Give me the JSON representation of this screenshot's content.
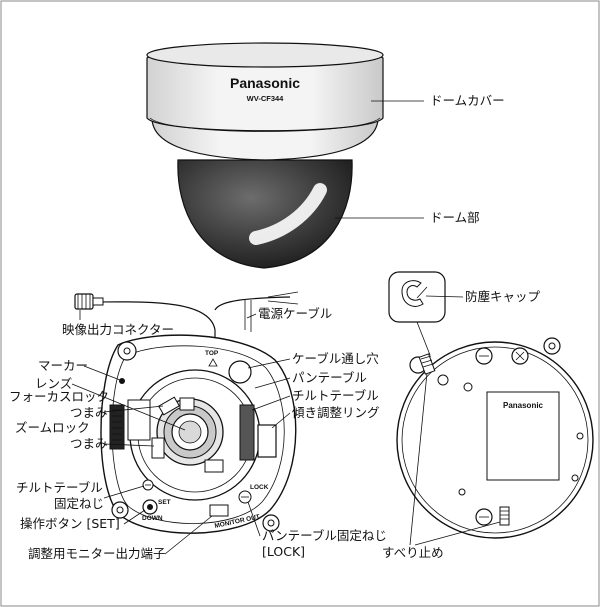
{
  "camera": {
    "brand": "Panasonic",
    "model": "WV-CF344"
  },
  "engravings": {
    "top": "TOP",
    "set": "SET",
    "down": "DOWN",
    "lock": "LOCK",
    "monitor_out": "MONITOR OUT"
  },
  "labels": {
    "dome_cover": "ドームカバー",
    "dome_part": "ドーム部",
    "video_connector": "映像出力コネクター",
    "power_cable": "電源ケーブル",
    "marker": "マーカー",
    "cable_hole": "ケーブル通し穴",
    "lens": "レンズ",
    "pan_table": "パンテーブル",
    "focus_lock_1": "フォーカスロック",
    "focus_lock_2": "つまみ",
    "tilt_table": "チルトテーブル",
    "incline_ring": "傾き調整リング",
    "zoom_lock_1": "ズームロック",
    "zoom_lock_2": "つまみ",
    "tilt_fix_1": "チルトテーブル",
    "tilt_fix_2": "固定ねじ",
    "set_button": "操作ボタン [SET]",
    "monitor_terminal": "調整用モニター出力端子",
    "pan_fix_1": "パンテーブル固定ねじ",
    "pan_fix_2": "[LOCK]",
    "dust_cap": "防塵キャップ",
    "anti_slip": "すべり止め"
  },
  "icons": [
    "screw-icon",
    "arrow-up-icon"
  ]
}
